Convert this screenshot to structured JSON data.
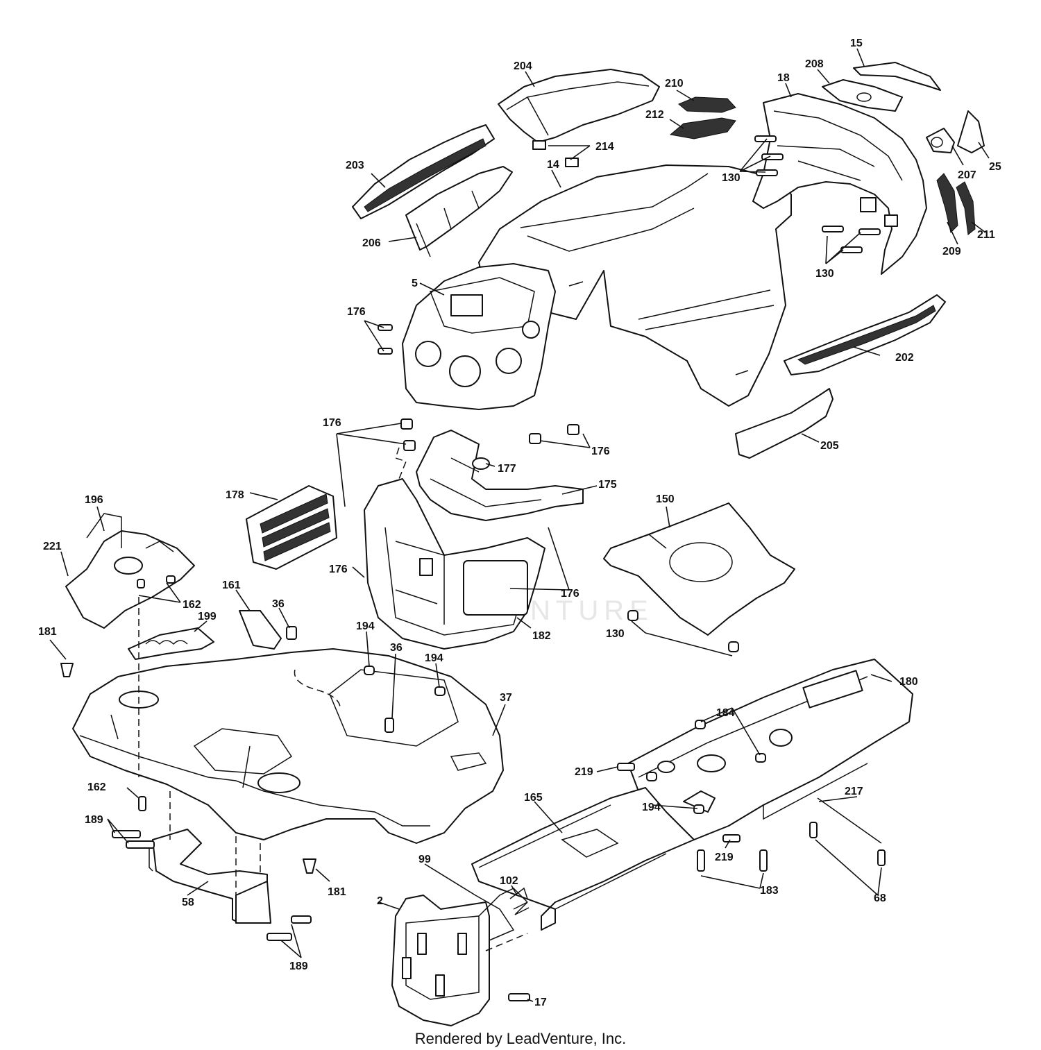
{
  "diagram": {
    "watermark": "LEADVENTURE",
    "footer": "Rendered by LeadVenture, Inc.",
    "callouts": [
      "204",
      "15",
      "208",
      "210",
      "18",
      "212",
      "214",
      "203",
      "14",
      "130",
      "207",
      "25",
      "206",
      "130",
      "209",
      "211",
      "5",
      "176",
      "202",
      "176",
      "176",
      "205",
      "177",
      "175",
      "178",
      "196",
      "150",
      "221",
      "176",
      "176",
      "162",
      "161",
      "36",
      "199",
      "181",
      "194",
      "36",
      "194",
      "182",
      "130",
      "37",
      "180",
      "184",
      "219",
      "162",
      "165",
      "194",
      "189",
      "217",
      "219",
      "99",
      "102",
      "58",
      "181",
      "2",
      "183",
      "68",
      "189",
      "17"
    ]
  }
}
